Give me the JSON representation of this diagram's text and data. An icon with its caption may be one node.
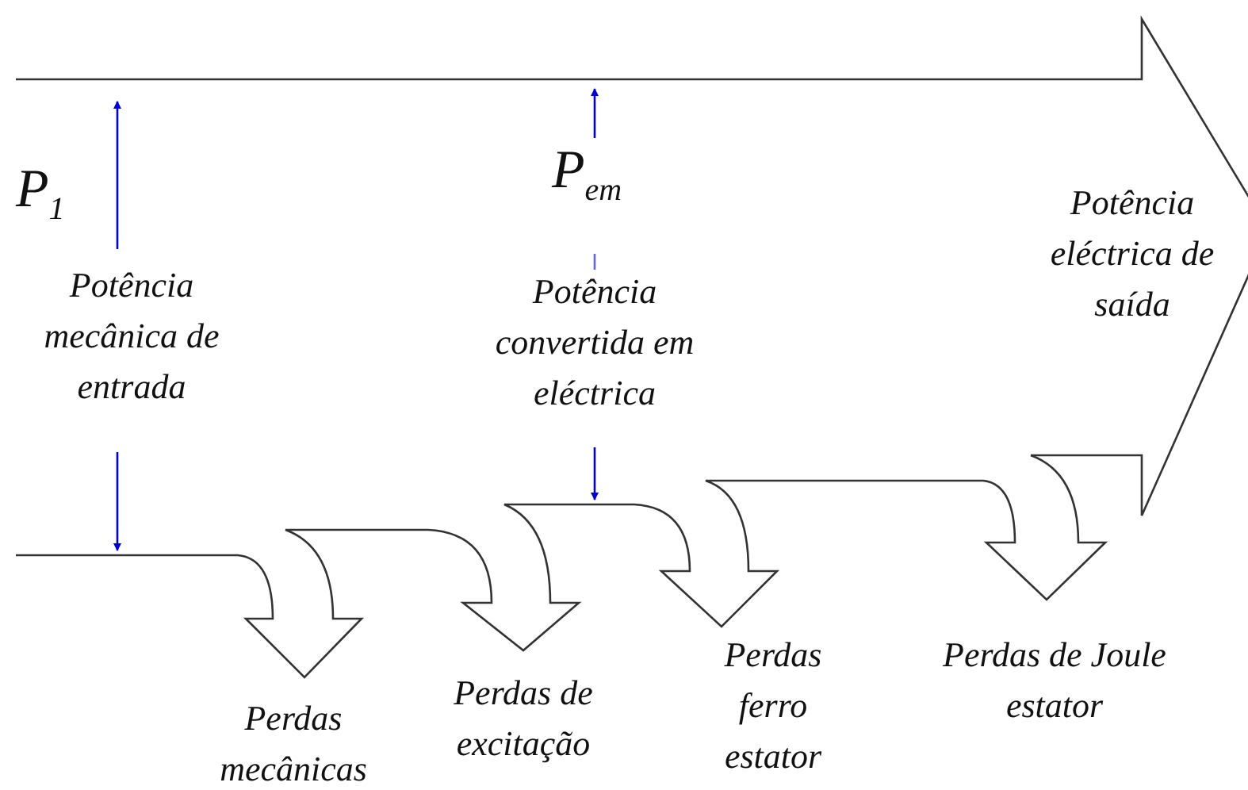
{
  "diagram": {
    "labels": [
      "P$_{1}$",
      "Potência mecânica de entrada",
      "P$_{em}$",
      "Potência convertida em eléctrica",
      "Potência eléctrica de saída",
      "Perdas mecânicas",
      "Perdas de excitação",
      "Perdas ferro estator",
      "Perdas de Joule estator"
    ]
  }
}
